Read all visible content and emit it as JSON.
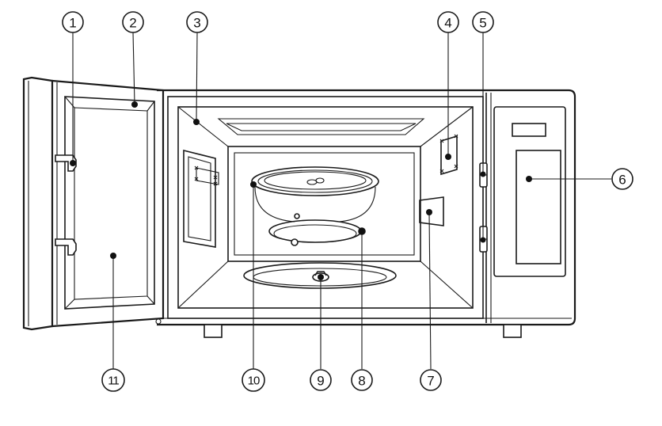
{
  "diagram": {
    "subject": "microwave-oven-open-door",
    "callouts": [
      {
        "id": "c1",
        "label": "1"
      },
      {
        "id": "c2",
        "label": "2"
      },
      {
        "id": "c3",
        "label": "3"
      },
      {
        "id": "c4",
        "label": "4"
      },
      {
        "id": "c5",
        "label": "5"
      },
      {
        "id": "c6",
        "label": "6"
      },
      {
        "id": "c7",
        "label": "7"
      },
      {
        "id": "c8",
        "label": "8"
      },
      {
        "id": "c9",
        "label": "9"
      },
      {
        "id": "c10",
        "label": "10"
      },
      {
        "id": "c11",
        "label": "11"
      }
    ]
  }
}
